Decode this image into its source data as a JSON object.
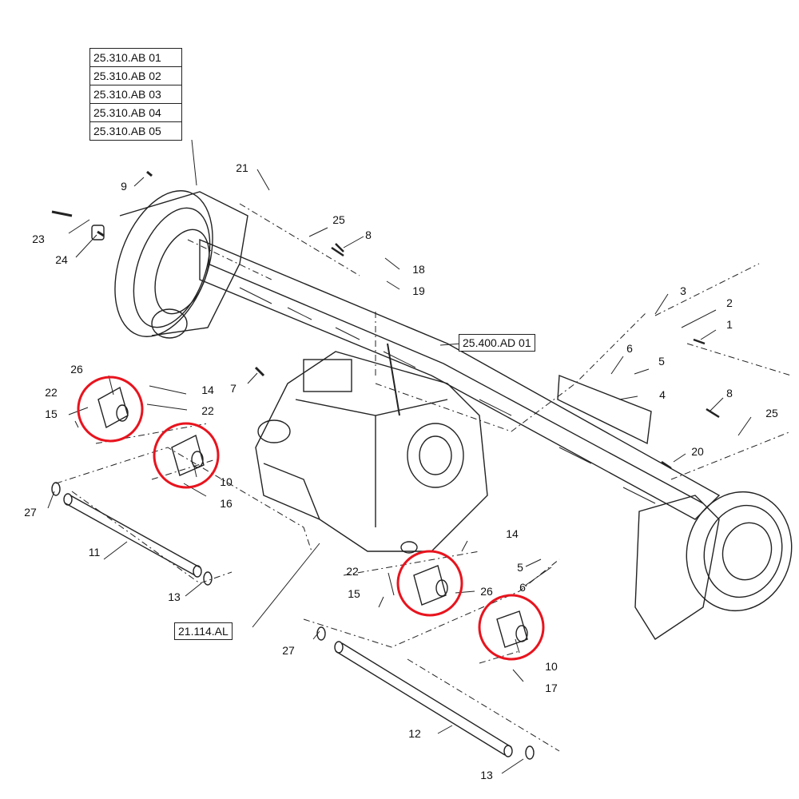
{
  "reference_boxes": {
    "stack": [
      "25.310.AB 01",
      "25.310.AB 02",
      "25.310.AB 03",
      "25.310.AB 04",
      "25.310.AB 05"
    ],
    "center": "25.400.AD 01",
    "bottom": "21.114.AL"
  },
  "highlight_color": "#e8141e",
  "callouts": [
    {
      "id": "c9",
      "text": "9"
    },
    {
      "id": "c21",
      "text": "21"
    },
    {
      "id": "c23",
      "text": "23"
    },
    {
      "id": "c24",
      "text": "24"
    },
    {
      "id": "c25a",
      "text": "25"
    },
    {
      "id": "c8a",
      "text": "8"
    },
    {
      "id": "c18",
      "text": "18"
    },
    {
      "id": "c19",
      "text": "19"
    },
    {
      "id": "c3",
      "text": "3"
    },
    {
      "id": "c2",
      "text": "2"
    },
    {
      "id": "c1",
      "text": "1"
    },
    {
      "id": "c6a",
      "text": "6"
    },
    {
      "id": "c5a",
      "text": "5"
    },
    {
      "id": "c4",
      "text": "4"
    },
    {
      "id": "c8b",
      "text": "8"
    },
    {
      "id": "c25b",
      "text": "25"
    },
    {
      "id": "c20",
      "text": "20"
    },
    {
      "id": "c26a",
      "text": "26"
    },
    {
      "id": "c22a",
      "text": "22"
    },
    {
      "id": "c14a",
      "text": "14"
    },
    {
      "id": "c22b",
      "text": "22"
    },
    {
      "id": "c15a",
      "text": "15"
    },
    {
      "id": "c7",
      "text": "7"
    },
    {
      "id": "c10a",
      "text": "10"
    },
    {
      "id": "c16",
      "text": "16"
    },
    {
      "id": "c27a",
      "text": "27"
    },
    {
      "id": "c11",
      "text": "11"
    },
    {
      "id": "c13a",
      "text": "13"
    },
    {
      "id": "c14b",
      "text": "14"
    },
    {
      "id": "c22c",
      "text": "22"
    },
    {
      "id": "c26b",
      "text": "26"
    },
    {
      "id": "c15b",
      "text": "15"
    },
    {
      "id": "c5b",
      "text": "5"
    },
    {
      "id": "c6b",
      "text": "6"
    },
    {
      "id": "c27b",
      "text": "27"
    },
    {
      "id": "c10b",
      "text": "10"
    },
    {
      "id": "c17",
      "text": "17"
    },
    {
      "id": "c12",
      "text": "12"
    },
    {
      "id": "c13b",
      "text": "13"
    }
  ]
}
